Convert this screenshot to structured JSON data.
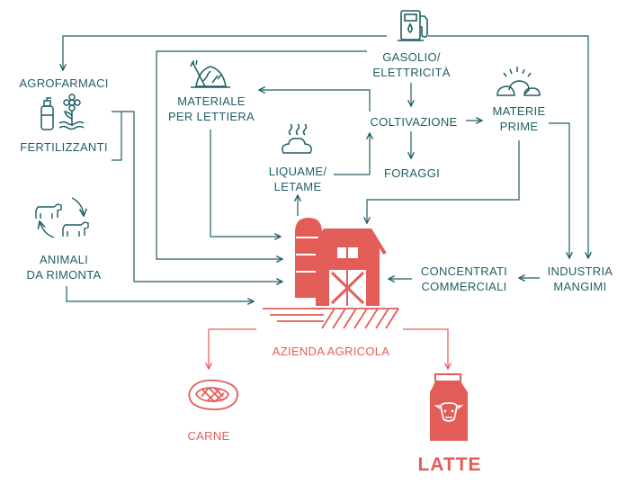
{
  "nodes": {
    "gasolio": "GASOLIO/\nELETTRICITÀ",
    "agrofarmaci": "AGROFARMACI",
    "fertilizzanti": "FERTILIZZANTI",
    "materiale_lettiera": "MATERIALE\nPER LETTIERA",
    "coltivazione": "COLTIVAZIONE",
    "materie_prime": "MATERIE\nPRIME",
    "liquame_letame": "LIQUAME/\nLETAME",
    "foraggi": "FORAGGI",
    "animali_rimonta": "ANIMALI\nDA RIMONTA",
    "concentrati": "CONCENTRATI\nCOMMERCIALI",
    "industria_mangimi": "INDUSTRIA\nMANGIMI",
    "azienda_agricola": "AZIENDA AGRICOLA",
    "carne": "CARNE",
    "latte": "LATTE"
  },
  "colors": {
    "teal": "#1f5f63",
    "red": "#e35d58"
  }
}
